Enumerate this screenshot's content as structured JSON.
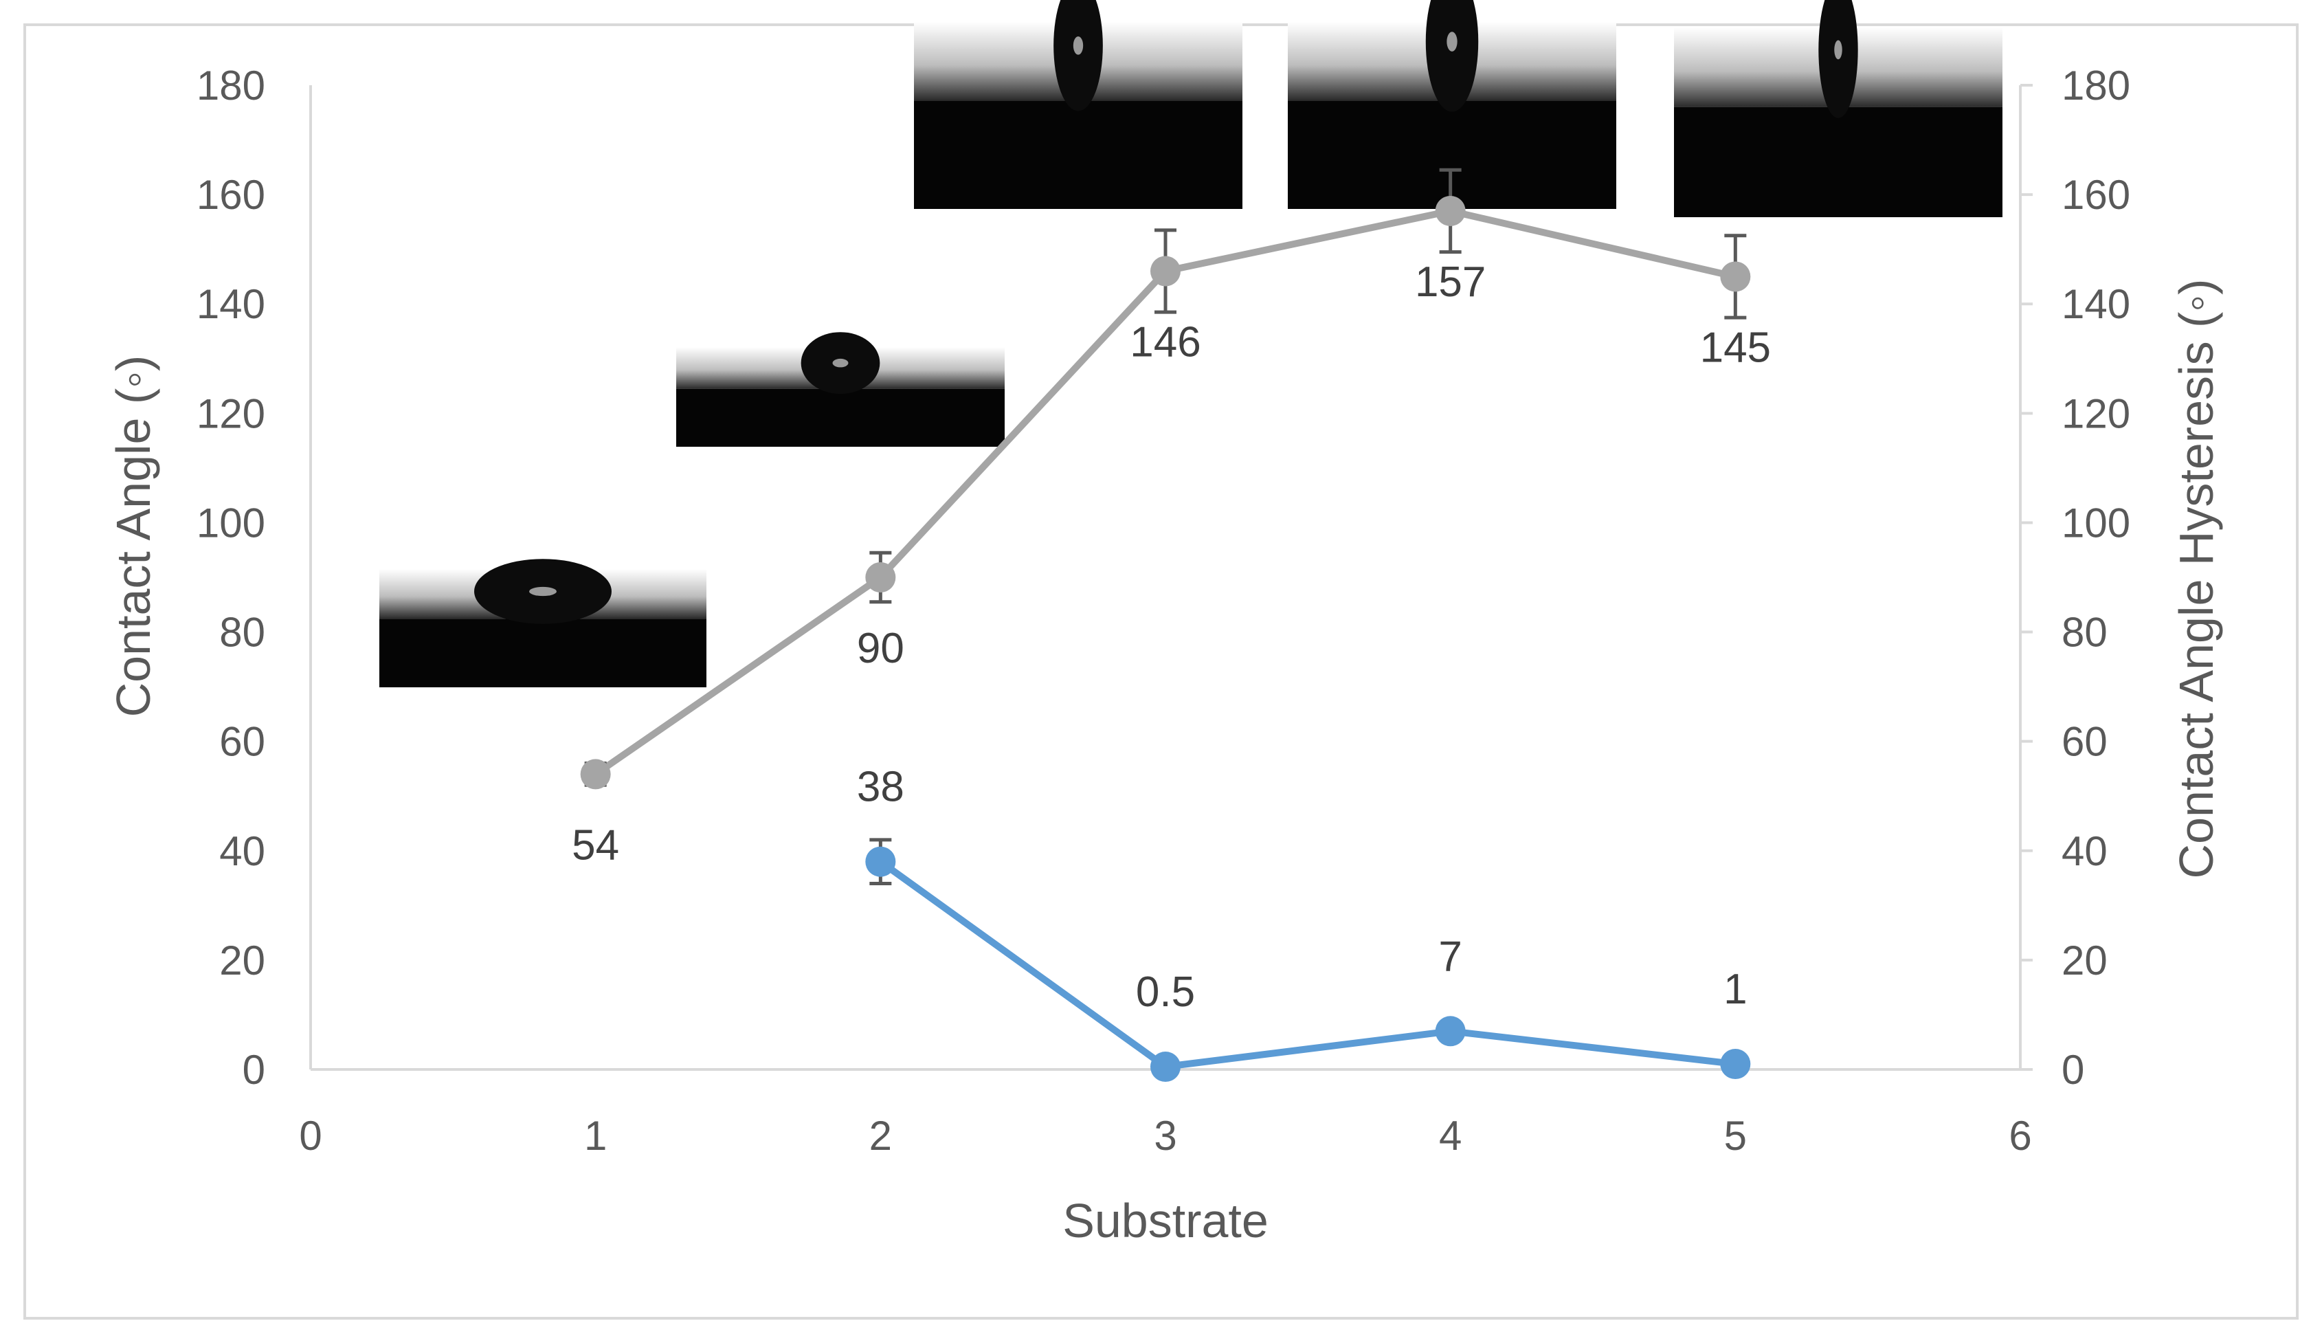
{
  "chart_data": {
    "type": "line",
    "xlabel": "Substrate",
    "ylabel_left": "Contact Angle (◦)",
    "ylabel_right": "Contact Angle Hysteresis (◦)",
    "xlim": [
      0,
      6
    ],
    "ylim": [
      0,
      180
    ],
    "x_ticks": [
      "0",
      "1",
      "2",
      "3",
      "4",
      "5",
      "6"
    ],
    "y_ticks": [
      "0",
      "20",
      "40",
      "60",
      "80",
      "100",
      "120",
      "140",
      "160",
      "180"
    ],
    "grid": false,
    "colors": {
      "contact_angle": "#a5a5a5",
      "hysteresis": "#5b9bd5",
      "error_bar": "#595959"
    },
    "series": [
      {
        "axis": "left",
        "x": [
          1,
          2,
          3,
          4,
          5
        ],
        "values": [
          54,
          90,
          146,
          157,
          145
        ],
        "error": [
          2,
          4.5,
          7.5,
          7.5,
          7.5
        ],
        "labels": [
          "54",
          "90",
          "146",
          "157",
          "145"
        ]
      },
      {
        "axis": "right",
        "x": [
          2,
          3,
          4,
          5
        ],
        "values": [
          38,
          0.5,
          7,
          1
        ],
        "error": [
          4,
          0,
          0,
          0
        ],
        "labels": [
          "38",
          "0.5",
          "7",
          "1"
        ]
      }
    ],
    "inset_images": [
      {
        "name": "droplet-photo-substrate-1",
        "x": 1,
        "drop_height": 0.55,
        "drop_width": 0.42
      },
      {
        "name": "droplet-photo-substrate-2",
        "x": 2,
        "drop_height": 0.62,
        "drop_width": 0.24
      },
      {
        "name": "droplet-photo-substrate-3",
        "x": 3,
        "drop_height": 0.7,
        "drop_width": 0.15
      },
      {
        "name": "droplet-photo-substrate-4",
        "x": 4,
        "drop_height": 0.75,
        "drop_width": 0.16
      },
      {
        "name": "droplet-photo-substrate-5",
        "x": 5,
        "drop_height": 0.72,
        "drop_width": 0.12
      }
    ]
  }
}
